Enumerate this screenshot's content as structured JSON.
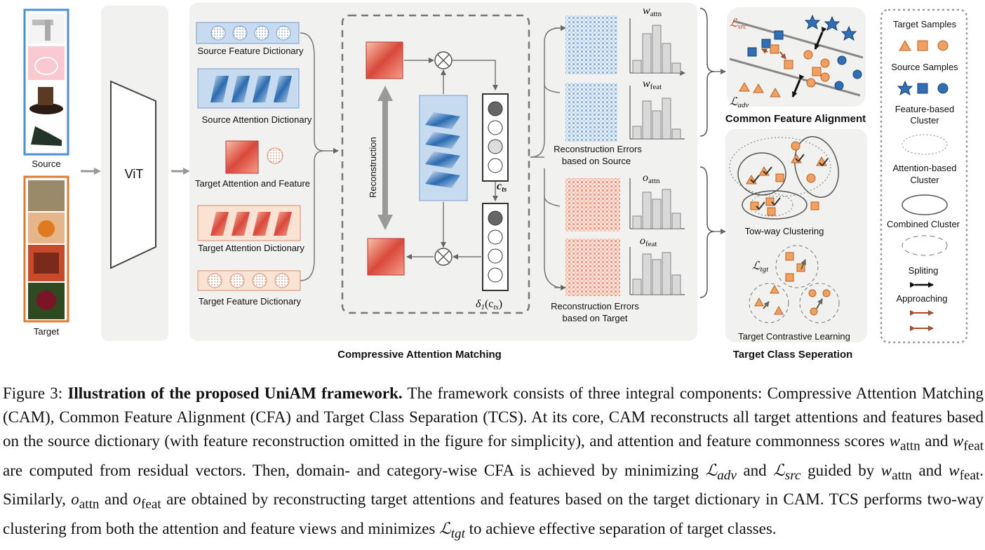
{
  "labels": {
    "source": "Source",
    "target": "Target",
    "vit": "ViT",
    "source_feature_dictionary": "Source Feature Dictionary",
    "source_attention_dictionary": "Source Attention Dictionary",
    "target_attention_and_feature": "Target Attention and Feature",
    "target_attention_dictionary": "Target Attention Dictionary",
    "target_feature_dictionary": "Target Feature Dictionary",
    "reconstruction": "Reconstruction",
    "c_ts": "c",
    "c_ts_sub": "ts",
    "delta": "δ",
    "delta_sub": "1",
    "delta_arg": "(c",
    "delta_arg_sub": "ts",
    "delta_close": ")",
    "recon_src_1": "Reconstruction Errors",
    "recon_src_2": "based on Source",
    "recon_tgt_1": "Reconstruction Errors",
    "recon_tgt_2": "based on Target",
    "w_attn": "w",
    "w_attn_sub": "attn",
    "w_feat": "w",
    "w_feat_sub": "feat",
    "o_attn": "o",
    "o_attn_sub": "attn",
    "o_feat": "o",
    "o_feat_sub": "feat",
    "l_src": "ℒ",
    "l_src_sub": "src",
    "l_adv": "ℒ",
    "l_adv_sub": "adv",
    "l_tgt": "ℒ",
    "l_tgt_sub": "tgt",
    "common_feature_alignment": "Common Feature Alignment",
    "two_way_clustering": "Tow-way Clustering",
    "target_contrastive_learning": "Target Contrastive Learning",
    "compressive_attention_matching": "Compressive Attention Matching",
    "target_class_separation": "Target Class Seperation"
  },
  "legend": {
    "target_samples": "Target Samples",
    "source_samples": "Source Samples",
    "feature_cluster_1": "Feature-based",
    "feature_cluster_2": "Cluster",
    "attention_cluster_1": "Attention-based",
    "attention_cluster_2": "Cluster",
    "combined_cluster": "Combined Cluster",
    "spliting": "Spliting",
    "approaching": "Approaching"
  },
  "colors": {
    "target_orange": "#f0a060",
    "source_blue": "#2f6fb5",
    "panel_gray": "#f1f1ef",
    "attention_red": "#d9483b",
    "approach_brown": "#a0522d"
  },
  "caption": {
    "figure_no": "Figure 3:",
    "title": "Illustration of the proposed UniAM framework.",
    "s1": "The framework consists of three integral components: Compressive Attention Matching (CAM), Common Feature Alignment (CFA) and Target Class Separation (TCS). At its core, CAM reconstructs all target attentions and features based on the source dictionary (with feature reconstruction omitted in the figure for simplicity), and attention and feature commonness scores",
    "w": "w",
    "attn": "attn",
    "and1": "and",
    "feat": "feat",
    "s2": "are computed from residual vectors. Then, domain- and category-wise CFA is achieved by minimizing",
    "L": "ℒ",
    "adv": "adv",
    "and2": "and",
    "src": "src",
    "s3": "guided by",
    "and3": "and",
    "s4": ". Similarly,",
    "o": "o",
    "and4": "and",
    "s5": "are obtained by reconstructing target attentions and features based on the target dictionary in CAM. TCS performs two-way clustering from both the attention and feature views and minimizes",
    "tgt": "tgt",
    "s6": "to achieve effective separation of target classes."
  }
}
